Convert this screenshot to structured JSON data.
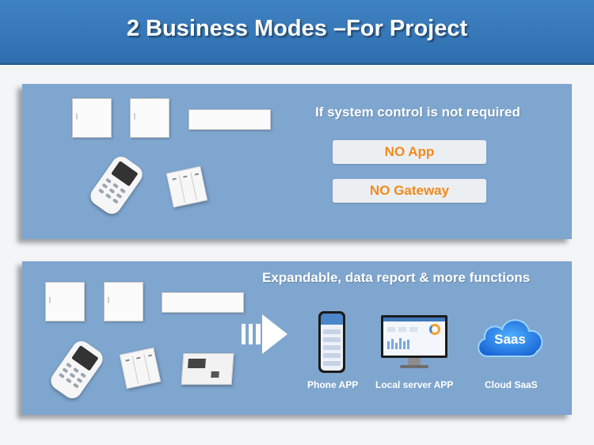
{
  "title": "2 Business Modes –For Project",
  "top_panel": {
    "heading": "If system control is not required",
    "badges": [
      "NO App",
      "NO Gateway"
    ]
  },
  "bottom_panel": {
    "heading": "Expandable, data report & more functions",
    "cloud_label": "Saas",
    "captions": [
      "Phone APP",
      "Local server APP",
      "Cloud SaaS"
    ]
  },
  "colors": {
    "header_blue": "#3479bb",
    "panel_blue": "#7fa6cf",
    "badge_orange": "#f28a1c",
    "cloud_blue": "#1f7fe0"
  }
}
